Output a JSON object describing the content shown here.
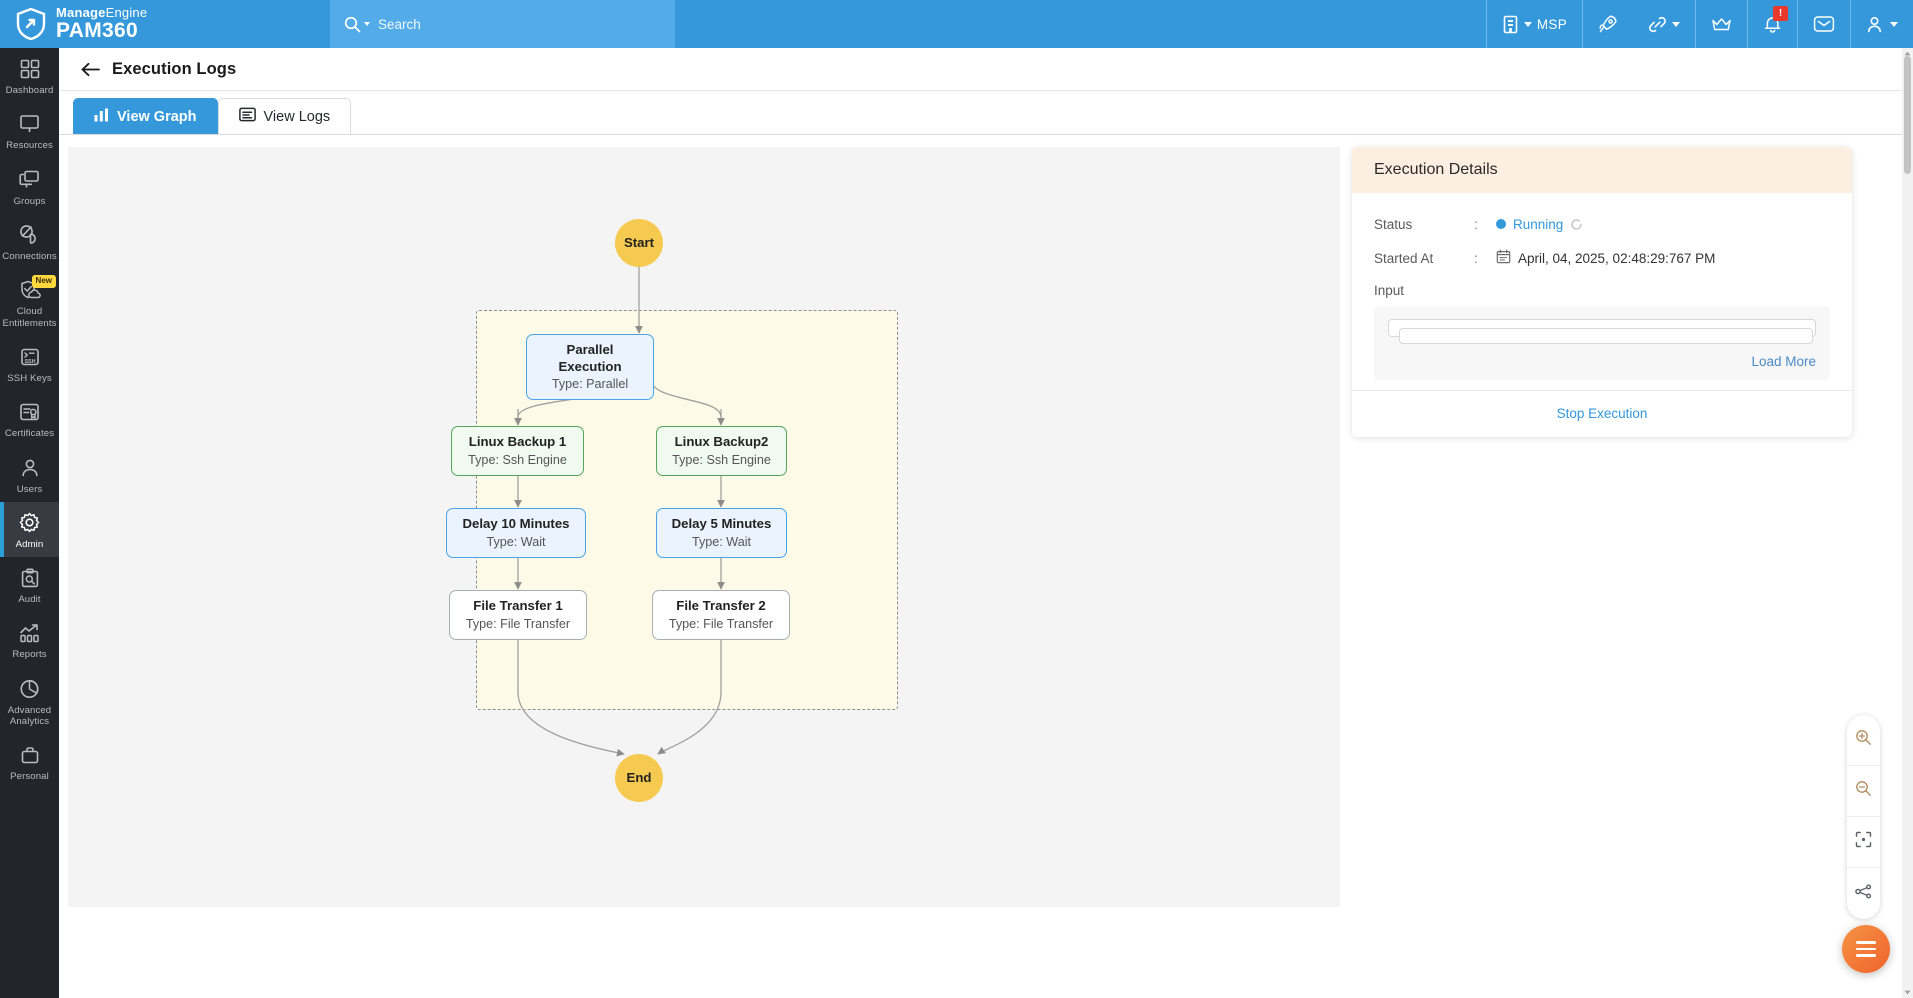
{
  "topbar": {
    "brand_manage": "Manage",
    "brand_engine": "Engine",
    "brand_product": "PAM360",
    "search_placeholder": "Search",
    "msp_label": "MSP",
    "notification_count": "!",
    "icons": [
      "search-icon",
      "building-icon",
      "rocket-icon",
      "link-icon",
      "crown-icon",
      "bell-icon",
      "mail-icon",
      "user-icon"
    ]
  },
  "sidebar": {
    "items": [
      {
        "label": "Dashboard",
        "icon": "grid-icon",
        "active": false,
        "badge": ""
      },
      {
        "label": "Resources",
        "icon": "monitor-icon",
        "active": false,
        "badge": ""
      },
      {
        "label": "Groups",
        "icon": "monitors-icon",
        "active": false,
        "badge": ""
      },
      {
        "label": "Connections",
        "icon": "satellite-icon",
        "active": false,
        "badge": ""
      },
      {
        "label": "Cloud Entitlements",
        "icon": "cloud-shield-icon",
        "active": false,
        "badge": "New"
      },
      {
        "label": "SSH Keys",
        "icon": "ssh-terminal-icon",
        "active": false,
        "badge": ""
      },
      {
        "label": "Certificates",
        "icon": "certificate-icon",
        "active": false,
        "badge": ""
      },
      {
        "label": "Users",
        "icon": "user-icon",
        "active": false,
        "badge": ""
      },
      {
        "label": "Admin",
        "icon": "gear-icon",
        "active": true,
        "badge": ""
      },
      {
        "label": "Audit",
        "icon": "audit-icon",
        "active": false,
        "badge": ""
      },
      {
        "label": "Reports",
        "icon": "reports-icon",
        "active": false,
        "badge": ""
      },
      {
        "label": "Advanced Analytics",
        "icon": "analytics-icon",
        "active": false,
        "badge": ""
      },
      {
        "label": "Personal",
        "icon": "personal-icon",
        "active": false,
        "badge": ""
      }
    ]
  },
  "page": {
    "title": "Execution Logs",
    "back_icon": "back-arrow-icon"
  },
  "tabs": [
    {
      "label": "View Graph",
      "icon": "bar-chart-icon",
      "active": true
    },
    {
      "label": "View Logs",
      "icon": "list-icon",
      "active": false
    }
  ],
  "graph": {
    "nodes": [
      {
        "id": "start",
        "label": "Start",
        "sub": "",
        "shape": "circle",
        "style": "yellow"
      },
      {
        "id": "par",
        "label": "Parallel Execution",
        "sub": "Type: Parallel",
        "shape": "box",
        "style": "blue"
      },
      {
        "id": "lb1",
        "label": "Linux Backup 1",
        "sub": "Type: Ssh Engine",
        "shape": "box",
        "style": "green"
      },
      {
        "id": "lb2",
        "label": "Linux Backup2",
        "sub": "Type: Ssh Engine",
        "shape": "box",
        "style": "green"
      },
      {
        "id": "d10",
        "label": "Delay 10 Minutes",
        "sub": "Type: Wait",
        "shape": "box",
        "style": "blue"
      },
      {
        "id": "d5",
        "label": "Delay 5 Minutes",
        "sub": "Type: Wait",
        "shape": "box",
        "style": "blue"
      },
      {
        "id": "ft1",
        "label": "File Transfer 1",
        "sub": "Type: File Transfer",
        "shape": "box",
        "style": "gray"
      },
      {
        "id": "ft2",
        "label": "File Transfer 2",
        "sub": "Type: File Transfer",
        "shape": "box",
        "style": "gray"
      },
      {
        "id": "end",
        "label": "End",
        "sub": "",
        "shape": "circle",
        "style": "yellow"
      }
    ],
    "tools": [
      {
        "name": "zoom-in-icon",
        "label": "Zoom In"
      },
      {
        "name": "zoom-out-icon",
        "label": "Zoom Out"
      },
      {
        "name": "fit-view-icon",
        "label": "Fit to View"
      },
      {
        "name": "layout-icon",
        "label": "Layout"
      }
    ]
  },
  "details": {
    "heading": "Execution Details",
    "status_key": "Status",
    "status_value": "Running",
    "started_key": "Started At",
    "started_value": "April, 04, 2025, 02:48:29:767 PM",
    "input_key": "Input",
    "load_more": "Load More",
    "stop_execution": "Stop Execution",
    "colon": ":",
    "accent_running": "#3498db",
    "accent_header_bg": "#fdeee2"
  },
  "fab": {
    "icon": "hamburger-menu-icon"
  }
}
